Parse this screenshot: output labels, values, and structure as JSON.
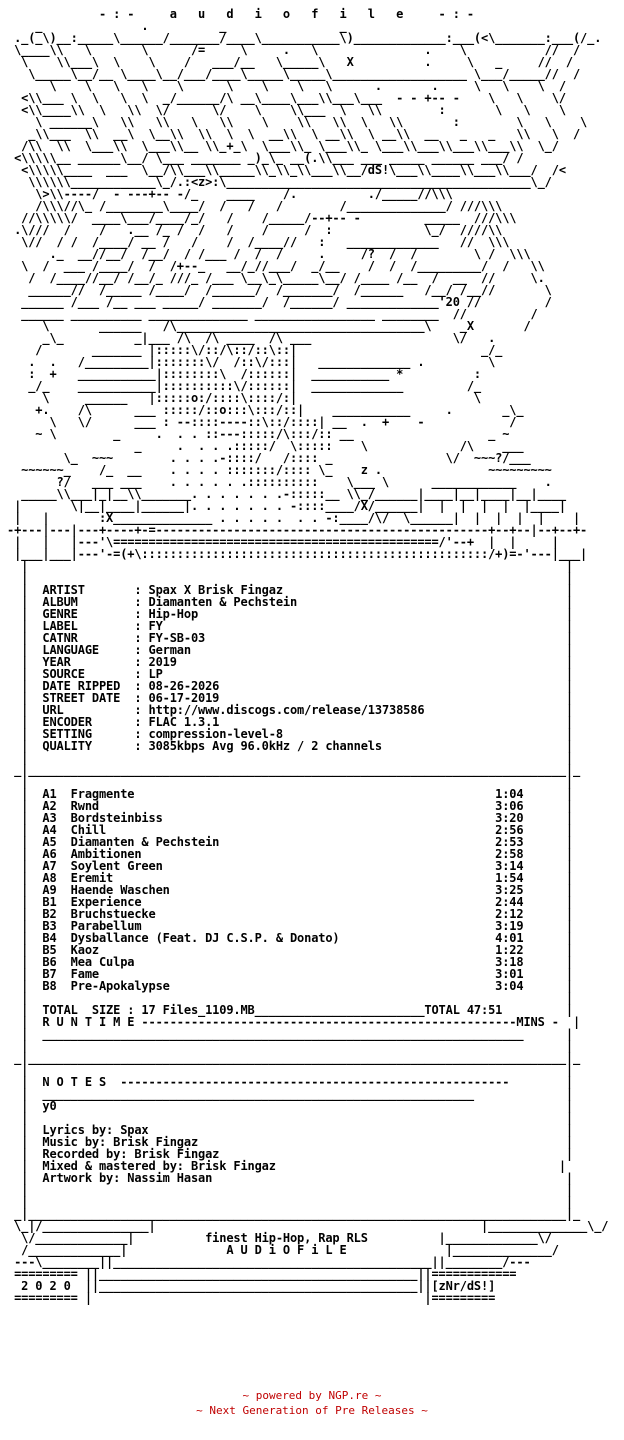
{
  "document": {
    "lines": [
      "             - : -     a   u   d   i   o   f   i   l   e     - : -",
      "    _              .          _                _",
      " ._(_\\)__:_____\\______/_______/____\\___________\\)_____________:___(<\\_______:___(/_.",
      " \\____\\\\   \\       \\      /=     \\     .   \\               .    \\           //  /",
      "  \\    \\\\___\\  \\    \\    /   ___/__   \\_____\\   X          .     \\   _     //  /",
      "   \\_____\\__/__ \\____\\__/___/____\\_____\\_____\\___________________ \\___/_____//  /",
      "      \\    \\   \\   \\    \\      \\    \\    \\   \\      .       .     \\   \\    \\  /",
      "  <\\\\___ \\  \\   \\  \\  _/______/\\ __\\____\\___\\\\___\\___  - - +-- -    \\   \\    \\/",
      "  <\\\\____\\\\  \\   \\\\  \\/      \\/    \\    \\\\___  \\   \\\\        :       \\   \\    \\",
      "    \\ ______\\   \\\\   \\\\   \\   \\\\    \\    \\\\   \\\\  \\   \\\\       :        \\   \\    \\",
      "   _\\\\___  \\\\  __\\  \\__\\\\  \\\\  \\  \\  __\\\\  \\ __\\\\  \\ __\\\\  __   _   _   \\\\   \\  /",
      "  /\\\\  \\\\  \\___\\\\  \\___\\\\__ \\\\_+_\\  \\___\\\\_ \\___\\\\_ \\___\\\\___\\\\___\\\\___\\\\  \\_/",
      " <\\\\\\\\\\__ ______\\__/ \\___ _______ _)_\\_ __(.\\\\___ ___ _____ ______ ___/ /",
      "  <\\\\\\\\\\____  ___  \\__/\\\\___\\\\_____\\\\_\\\\_\\\\___\\\\__/dS!\\___\\\\____\\\\___\\\\___/  /<",
      "   \\\\\\\\\\\\____________\\_/.:<z>:\\___________________________________________\\_/",
      "    \\>\\\\----/  - ---+-- -/_    ____    /.          ./_____//\\\\\\",
      "    /\\\\\\//\\_ /________\\____/  /   /   /        /______________/ ///\\\\\\",
      "  //\\\\\\\\\\/  ____\\___/____/_/   /    /_____/--+-- -         _____  ///\\\\\\",
      " .\\///  /    /   .__ /_ /  /   /    /     /  :             \\_/  ////\\\\",
      "  \\//  / /  /____/ __ /   /    /  /____//   :   _____________   //  \\\\\\",
      "      ._  __//__/  /__/  / /___ /  /  /     .     /?  /  /        \\ /  \\\\\\",
      "  \\  /  ___ /____/  /  /+--_   __/_//___/  _/__    /  /  /_________/  /   \\\\",
      "   /  /____//__/ /__/_ ///_ /___ \\__\\_\\_____\\__/ /____ /__  /  __  //     \\.",
      "   ______//  /_____ /____/  /______/  /_______/  /______   /__/ /__//       \\",
      "  ______ /___ /__ ___ _____/ _______/  /______/ _____________'20 //         /",
      "  ______ __________ ______________ _________________ ________  //         /",
      "     \\       ______   /\\___________________________________\\    _X       /",
      "     _\\_          _|___ /\\  /\\ ____  /\\ ___                    \\/   .",
      "    /       _______ |:::::\\/::/\\::/::\\::|                          _/_",
      "   .  .   /_________|:::::::\\/  /::\\/:::|   _____________ .         \\",
      "   :  +   ___________|::::::::\\  /::::::|  ___________ *          :",
      "   _/_    ___________|::::::::::\\/::::::|  _____________         /_",
      "     \\     ______   |:::::o:/::::\\::::/:|                         \\",
      "    +.    /\\      ___ :::::/::o:::\\:::/::|    ___________     .       _\\_",
      "      \\   \\/      ___ : --::::----::\\::/::::| __  .  +    -            /",
      "    ~ \\        _     .  . . ::---:::::/\\:::/:: __                   _ ~",
      "                  _     .  . . .:::::/  \\:::::    \\             /\\    ___",
      "        \\_  ~~~        . . . .-::::/   /:::: _                \\/  ~~~?/___",
      "  ~~~~~~_    /_  __    . . . . :::::::/:::: \\_    z .               ~~~~~~~~~",
      "       ?/   ___ ___    . . . . . .::::::::::    \\___ \\      ____________    .",
      "  _____\\\\___|_|__\\\\_______. . . . . . .-:::::__ \\\\_/______|____|__|____|__|____",
      " |       \\|__|____|______|. . . . . . . -::::____/X/______|  |  |  |  |  |____|",
      " |   |       :X______________ . . . . .  . . -:____/\\/  \\______|  |  |  |  |    |",
      "-+---|---|---+----+-=-----------------------------------------------+--+--|--+--+-",
      " |   |   |---'\\==============================================/'--+  |  |     |",
      " |___|___|---'-=(+\\:::::::::::::::::::::::::::::::::::::::::::::::::/+)=-'---|___|",
      "  |                                                                            |",
      "  |                                                                            |",
      "  |  ARTIST       : Spax X Brisk Fingaz                                        |",
      "  |  ALBUM        : Diamanten & Pechstein                                      |",
      "  |  GENRE        : Hip-Hop                                                    |",
      "  |  LABEL        : FY                                                         |",
      "  |  CATNR        : FY-SB-03                                                   |",
      "  |  LANGUAGE     : German                                                     |",
      "  |  YEAR         : 2019                                                       |",
      "  |  SOURCE       : LP                                                         |",
      "  |  DATE RIPPED  : 08-26-2026                                                 |",
      "  |  STREET DATE  : 06-17-2019                                                 |",
      "  |  URL          : http://www.discogs.com/release/13738586                    |",
      "  |  ENCODER      : FLAC 1.3.1                                                 |",
      "  |  SETTING      : compression-level-8                                        |",
      "  |  QUALITY      : 3085kbps Avg 96.0kHz / 2 channels                          |",
      "  |                                                                            |",
      " _|____________________________________________________________________________|_",
      "  |                                                                            |",
      "  |  A1  Fragmente                                                   1:04      |",
      "  |  A2  Rwnd                                                        3:06      |",
      "  |  A3  Bordsteinbiss                                               3:20      |",
      "  |  A4  Chill                                                       2:56      |",
      "  |  A5  Diamanten & Pechstein                                       2:53      |",
      "  |  A6  Ambitionen                                                  2:58      |",
      "  |  A7  Soylent Green                                               3:14      |",
      "  |  A8  Eremit                                                      1:54      |",
      "  |  A9  Haende Waschen                                              3:25      |",
      "  |  B1  Experience                                                  2:44      |",
      "  |  B2  Bruchstuecke                                                2:12      |",
      "  |  B3  Parabellum                                                  3:19      |",
      "  |  B4  Dysballance (Feat. DJ C.S.P. & Donato)                      4:01      |",
      "  |  B5  Kaoz                                                        1:22      |",
      "  |  B6  Mea Culpa                                                   3:18      |",
      "  |  B7  Fame                                                        3:01      |",
      "  |  B8  Pre-Apokalypse                                              3:04      |",
      "  |                                                                            |",
      "  |  TOTAL  SIZE : 17 Files_1109.MB________________________TOTAL 47:51         |",
      "  |  R U N T I M E -----------------------------------------------------MINS -  |",
      "  |  ____________________________________________________________________      |",
      "  |                                                                            |",
      " _|____________________________________________________________________________|_",
      "  |                                                                            |",
      "  |  N O T E S  -------------------------------------------------------        |",
      "  |  _____________________________________________________________             |",
      "  |  y0                                                                        |",
      "  |                                                                            |",
      "  |  Lyrics by: Spax                                                           |",
      "  |  Music by: Brisk Fingaz                                                    |",
      "  |  Recorded by: Brisk Fingaz                                                 |",
      "  |  Mixed & mastered by: Brisk Fingaz                                        |",
      "  |  Artwork by: Nassim Hasan                                                  |",
      "  |                                                                            |",
      "  |                                                                            |",
      " _|____________________________________________________________________________|_",
      " \\_|/_______________|                                              |______________\\_/",
      "  \\/_____________|          finest Hip-Hop, Rap RLS          |_____________\\/",
      "  /_____________|              A U D i O F i L E              |______________/",
      " ---\\________||_____________________________________________||________/---",
      " ========= ||_____________________________________________||============",
      "  2 0 2 0  ||_____________________________________________||[zNr/dS!]",
      " ========= |                                               |========="
    ]
  },
  "footer": {
    "powered_by": "~ powered by NGP.re ~",
    "tagline": "~ Next Generation of Pre Releases ~"
  },
  "colors": {
    "text": "#000000",
    "footer_text": "#c00000",
    "background": "#ffffff"
  }
}
